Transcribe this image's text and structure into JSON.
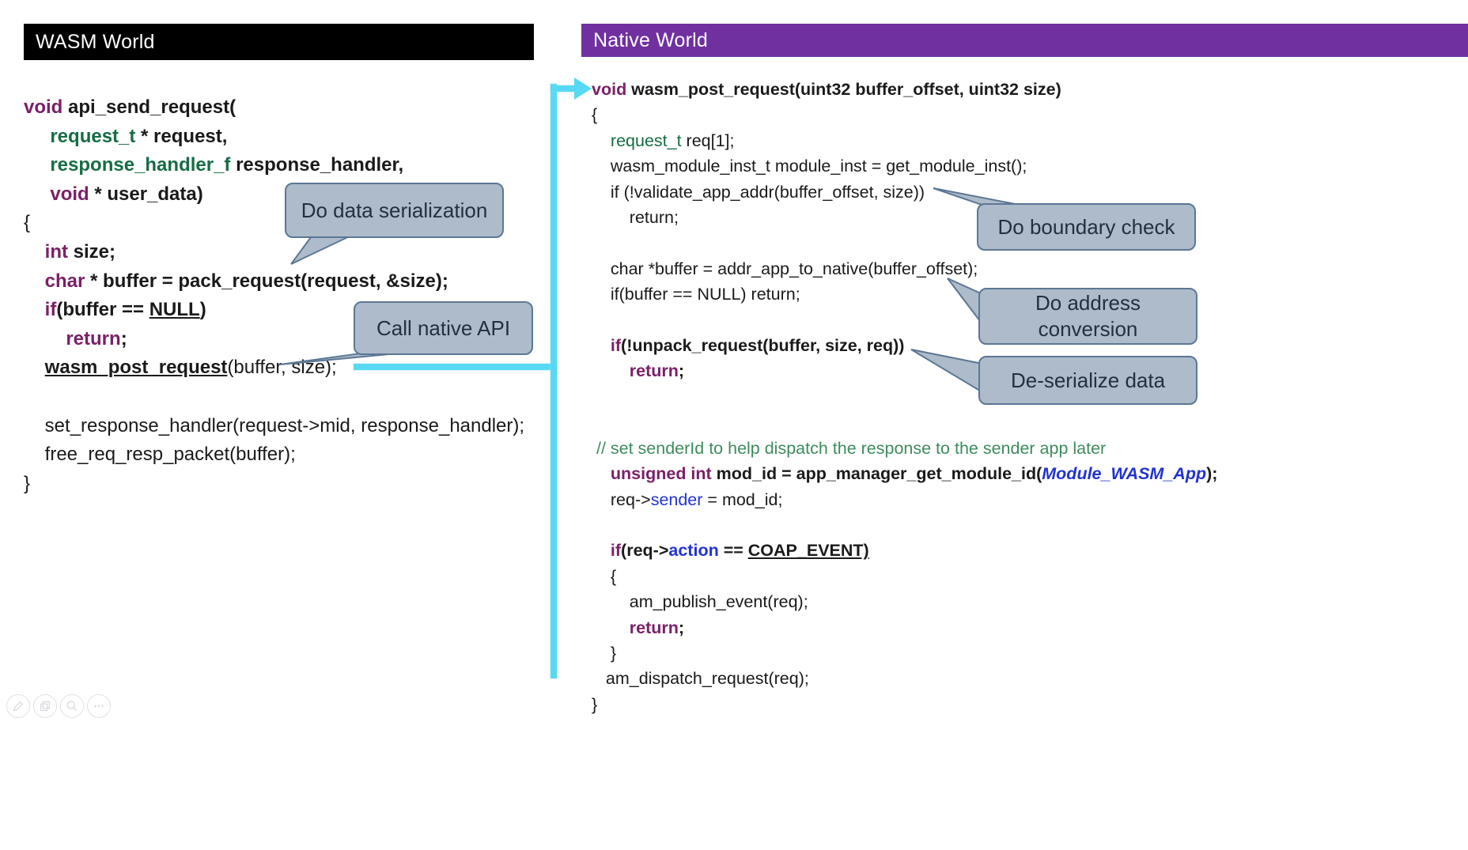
{
  "left_panel": {
    "header": "WASM World",
    "code": [
      [
        [
          "kw",
          "void"
        ],
        [
          "b",
          " api_send_request("
        ]
      ],
      [
        [
          "ty",
          "     request_t "
        ],
        [
          "b",
          "* request,"
        ]
      ],
      [
        [
          "ty",
          "     response_handler_f "
        ],
        [
          "b",
          "response_handler,"
        ]
      ],
      [
        [
          "kw",
          "     void "
        ],
        [
          "b",
          "* user_data)"
        ]
      ],
      [
        [
          "n",
          "{"
        ]
      ],
      [
        [
          "n",
          "    "
        ],
        [
          "kw",
          "int"
        ],
        [
          "b",
          " size;"
        ]
      ],
      [
        [
          "n",
          "    "
        ],
        [
          "kw",
          "char"
        ],
        [
          "b",
          " * buffer = pack_request(request, &size);"
        ]
      ],
      [
        [
          "n",
          "    "
        ],
        [
          "kw",
          "if"
        ],
        [
          "b",
          "(buffer == "
        ],
        [
          "ub",
          "NULL"
        ],
        [
          "b",
          ")"
        ]
      ],
      [
        [
          "n",
          "        "
        ],
        [
          "kw",
          "return"
        ],
        [
          "b",
          ";"
        ]
      ],
      [
        [
          "n",
          "    "
        ],
        [
          "ub",
          "wasm_post_request"
        ],
        [
          "n",
          "(buffer, size);"
        ]
      ],
      [],
      [
        [
          "n",
          "    set_response_handler(request->mid, response_handler);"
        ]
      ],
      [
        [
          "n",
          "    free_req_resp_packet(buffer);"
        ]
      ],
      [
        [
          "n",
          "}"
        ]
      ]
    ]
  },
  "right_panel": {
    "header": "Native World",
    "code": [
      [
        [
          "kw",
          "void"
        ],
        [
          "b",
          " wasm_post_request(uint32 buffer_offset, uint32 size)"
        ]
      ],
      [
        [
          "n",
          "{"
        ]
      ],
      [
        [
          "n",
          "    "
        ],
        [
          "tyn",
          "request_t"
        ],
        [
          "n",
          " req[1];"
        ]
      ],
      [
        [
          "n",
          "    wasm_module_inst_t module_inst = get_module_inst();"
        ]
      ],
      [
        [
          "n",
          "    if (!validate_app_addr(buffer_offset, size))"
        ]
      ],
      [
        [
          "n",
          "        return;"
        ]
      ],
      [],
      [
        [
          "n",
          "    char *buffer = addr_app_to_native(buffer_offset);"
        ]
      ],
      [
        [
          "n",
          "    if(buffer == NULL) return;"
        ]
      ],
      [],
      [
        [
          "n",
          "    "
        ],
        [
          "kw",
          "if"
        ],
        [
          "b",
          "(!unpack_request(buffer, size, req))"
        ]
      ],
      [
        [
          "n",
          "        "
        ],
        [
          "kw",
          "return"
        ],
        [
          "b",
          ";"
        ]
      ],
      [],
      [],
      [
        [
          "n",
          " "
        ],
        [
          "cm",
          "// set senderId to help dispatch the response to the sender app later"
        ]
      ],
      [
        [
          "n",
          "    "
        ],
        [
          "kw",
          "unsigned int"
        ],
        [
          "b",
          " mod_id = app_manager_get_module_id("
        ],
        [
          "bli",
          "Module_WASM_App"
        ],
        [
          "b",
          ");"
        ]
      ],
      [
        [
          "n",
          "    req->"
        ],
        [
          "bl",
          "sender"
        ],
        [
          "n",
          " = mod_id;"
        ]
      ],
      [],
      [
        [
          "n",
          "    "
        ],
        [
          "kw",
          "if"
        ],
        [
          "b",
          "(req->"
        ],
        [
          "blb",
          "action"
        ],
        [
          "b",
          " == "
        ],
        [
          "ub",
          "COAP_EVENT)"
        ]
      ],
      [
        [
          "n",
          "    {"
        ]
      ],
      [
        [
          "n",
          "        am_publish_event(req);"
        ]
      ],
      [
        [
          "n",
          "        "
        ],
        [
          "kw",
          "return"
        ],
        [
          "b",
          ";"
        ]
      ],
      [
        [
          "n",
          "    }"
        ]
      ],
      [
        [
          "n",
          "   am_dispatch_request(req);"
        ]
      ],
      [
        [
          "n",
          "}"
        ]
      ]
    ]
  },
  "callouts": {
    "serialization": "Do data serialization",
    "call_native": "Call native API",
    "boundary": "Do boundary check",
    "address": "Do address conversion",
    "deserialize": "De-serialize data"
  },
  "colors": {
    "left_header_bg": "#000000",
    "right_header_bg": "#7030A0",
    "keyword_purple": "#7B2066",
    "type_green": "#156D43",
    "comment_green": "#3D8C5E",
    "identifier_blue": "#2033D1",
    "callout_fill": "#AEBBCB",
    "callout_border": "#5C7795",
    "arrow_cyan": "#57D9F4"
  },
  "toolbar": {
    "icons": [
      "pen-icon",
      "slides-overview-icon",
      "zoom-icon",
      "more-options-icon"
    ]
  }
}
